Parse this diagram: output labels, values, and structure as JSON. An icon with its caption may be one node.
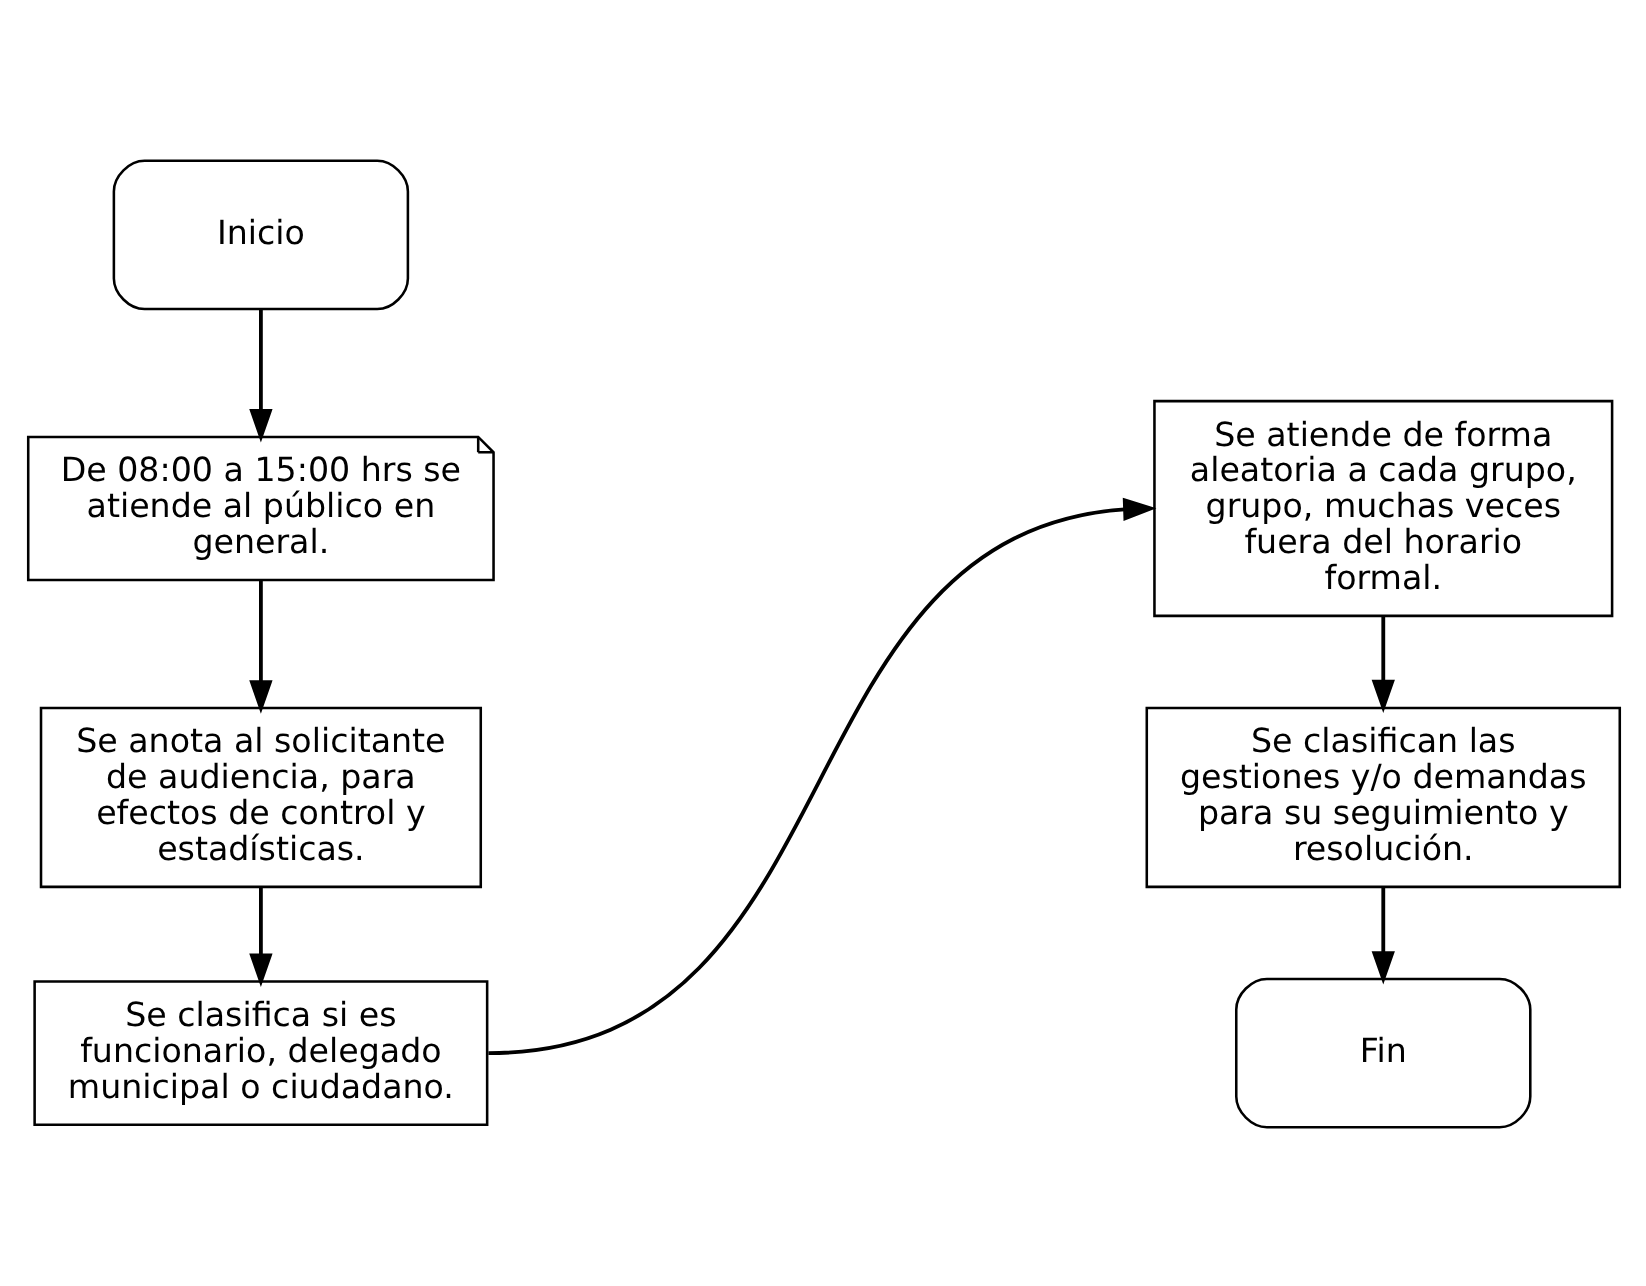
{
  "diagram": {
    "nodes": [
      {
        "text": [
          "Inicio"
        ]
      },
      {
        "text": [
          "De 08:00 a 15:00 hrs se atiende al público en general."
        ]
      },
      {
        "text": [
          "Se anota al solicitante de audiencia, para efectos de control y estadísticas."
        ]
      },
      {
        "text": [
          "Se clasifica si es funcionario, delegado municipal o ciudadano."
        ]
      },
      {
        "text": [
          "Se atiende de forma aleatoria a cada grupo, grupo, muchas veces fuera del horario formal."
        ]
      },
      {
        "text": [
          "Se clasifican las gestiones y/o demandas para su seguimiento y resolución."
        ]
      },
      {
        "text": [
          "Fin"
        ]
      }
    ],
    "edges": [
      {
        "from": 0,
        "to": 1,
        "arrow": "to"
      },
      {
        "from": 1,
        "to": 2,
        "arrow": "to"
      },
      {
        "from": 2,
        "to": 3,
        "arrow": "to"
      },
      {
        "from": 3,
        "to": 4,
        "arrow": "to"
      },
      {
        "from": 4,
        "to": 5,
        "arrow": "to"
      },
      {
        "from": 5,
        "to": 6,
        "arrow": "to"
      }
    ]
  }
}
